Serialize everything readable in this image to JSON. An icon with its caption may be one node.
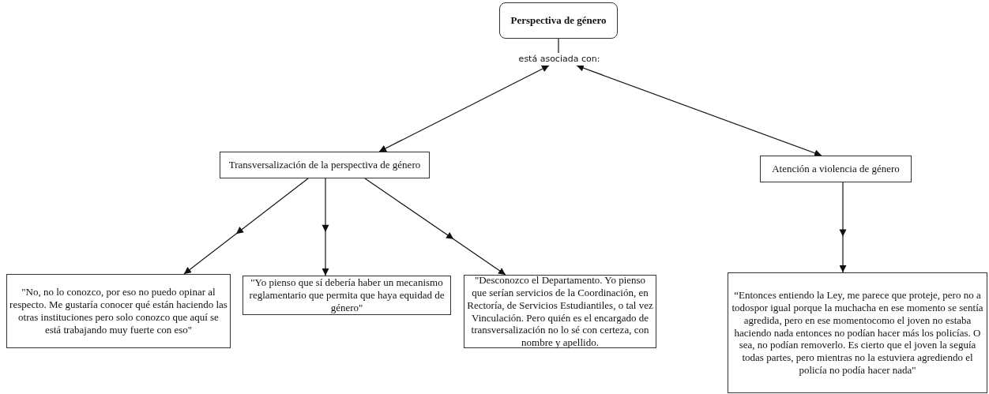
{
  "diagram": {
    "nodes": [
      {
        "text": [
          "Perspectiva de género"
        ]
      },
      {
        "text": [
          "está asociada con:"
        ]
      },
      {
        "text": [
          "Transversalización de la perspectiva de género"
        ]
      },
      {
        "text": [
          "Atención a violencia de género"
        ]
      },
      {
        "text": [
          "\"No, no lo conozco, por eso no puedo opinar al respecto. Me gustaría conocer qué están haciendo las otras instituciones pero solo conozco que aquí se está trabajando muy fuerte con eso\""
        ]
      },
      {
        "text": [
          "\"Yo pienso que sí debería haber un mecanismo reglamentario que permita que haya equidad de género\""
        ]
      },
      {
        "text": [
          "\"Desconozco el Departamento. Yo pienso que serían servicios de la Coordinación, en Rectoría, de Servicios Estudiantiles, o tal vez Vinculación. Pero quién es el encargado de transversalización no lo sé con certeza, con nombre y apellido."
        ]
      },
      {
        "text": [
          "“Entonces entiendo la Ley, me parece que proteje, pero no a todospor igual porque la muchacha en ese momento se sentía agredida, pero en ese momentocomo el joven no estaba haciendo nada entonces no podían hacer más los policías. O sea, no podían removerlo. Es cierto que el joven la seguía todas partes, pero mientras no la estuviera agrediendo el policía no podía hacer nada\""
        ]
      }
    ],
    "edges": [
      {
        "from": 0,
        "to": 1,
        "arrow": "none"
      },
      {
        "from": 1,
        "to": 2,
        "arrow": "both"
      },
      {
        "from": 1,
        "to": 3,
        "arrow": "both"
      },
      {
        "from": 2,
        "to": 4,
        "arrow": "to"
      },
      {
        "from": 2,
        "to": 5,
        "arrow": "to"
      },
      {
        "from": 2,
        "to": 6,
        "arrow": "to"
      },
      {
        "from": 3,
        "to": 7,
        "arrow": "to"
      }
    ]
  }
}
